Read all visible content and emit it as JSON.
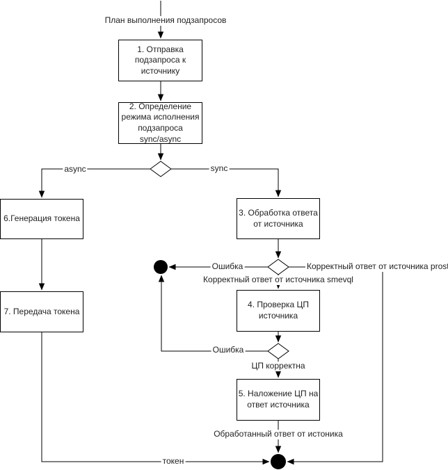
{
  "diagram": {
    "kind": "flowchart",
    "language": "ru",
    "colors": {
      "background": "#ffffff",
      "line": "#000000",
      "node_fill": "#ffffff",
      "node_border": "#000000",
      "text": "#1f1f1f",
      "terminal_fill": "#000000"
    },
    "nodes": [
      {
        "id": "step1",
        "type": "process",
        "label": "1. Отправка\nподзапроса к\nисточнику"
      },
      {
        "id": "step2",
        "type": "process",
        "label": "2. Определение\nрежима исполнения\nподзапроса\nsync/async"
      },
      {
        "id": "step3",
        "type": "process",
        "label": "3. Обработка ответа\nот источника"
      },
      {
        "id": "step4",
        "type": "process",
        "label": "4. Проверка ЦП\nисточника"
      },
      {
        "id": "step5",
        "type": "process",
        "label": "5. Наложение ЦП на\nответ источника"
      },
      {
        "id": "step6",
        "type": "process",
        "label": "6.Генерация токена"
      },
      {
        "id": "step7",
        "type": "process",
        "label": "7. Передача токена"
      },
      {
        "id": "decision-mode",
        "type": "decision",
        "label": ""
      },
      {
        "id": "decision-response",
        "type": "decision",
        "label": ""
      },
      {
        "id": "decision-signature",
        "type": "decision",
        "label": ""
      },
      {
        "id": "end-error",
        "type": "terminal",
        "label": ""
      },
      {
        "id": "end-final",
        "type": "terminal",
        "label": ""
      }
    ],
    "edges": [
      {
        "from": "start",
        "to": "step1",
        "label": "План выполнения подзапросов"
      },
      {
        "from": "step1",
        "to": "step2",
        "label": ""
      },
      {
        "from": "step2",
        "to": "decision-mode",
        "label": ""
      },
      {
        "from": "decision-mode",
        "to": "step6",
        "label": "async"
      },
      {
        "from": "decision-mode",
        "to": "step3",
        "label": "sync"
      },
      {
        "from": "step3",
        "to": "decision-response",
        "label": ""
      },
      {
        "from": "decision-response",
        "to": "end-error",
        "label": "Ошибка"
      },
      {
        "from": "decision-response",
        "to": "end-final",
        "label": "Корректный ответ от источника prostore"
      },
      {
        "from": "decision-response",
        "to": "step4",
        "label": "Корректный ответ от источника smevql"
      },
      {
        "from": "step4",
        "to": "decision-signature",
        "label": ""
      },
      {
        "from": "decision-signature",
        "to": "end-error",
        "label": "Ошибка"
      },
      {
        "from": "decision-signature",
        "to": "step5",
        "label": "ЦП корректна"
      },
      {
        "from": "step5",
        "to": "end-final",
        "label": "Обработанный ответ от истоника"
      },
      {
        "from": "step6",
        "to": "step7",
        "label": ""
      },
      {
        "from": "step7",
        "to": "end-final",
        "label": "токен"
      }
    ]
  }
}
